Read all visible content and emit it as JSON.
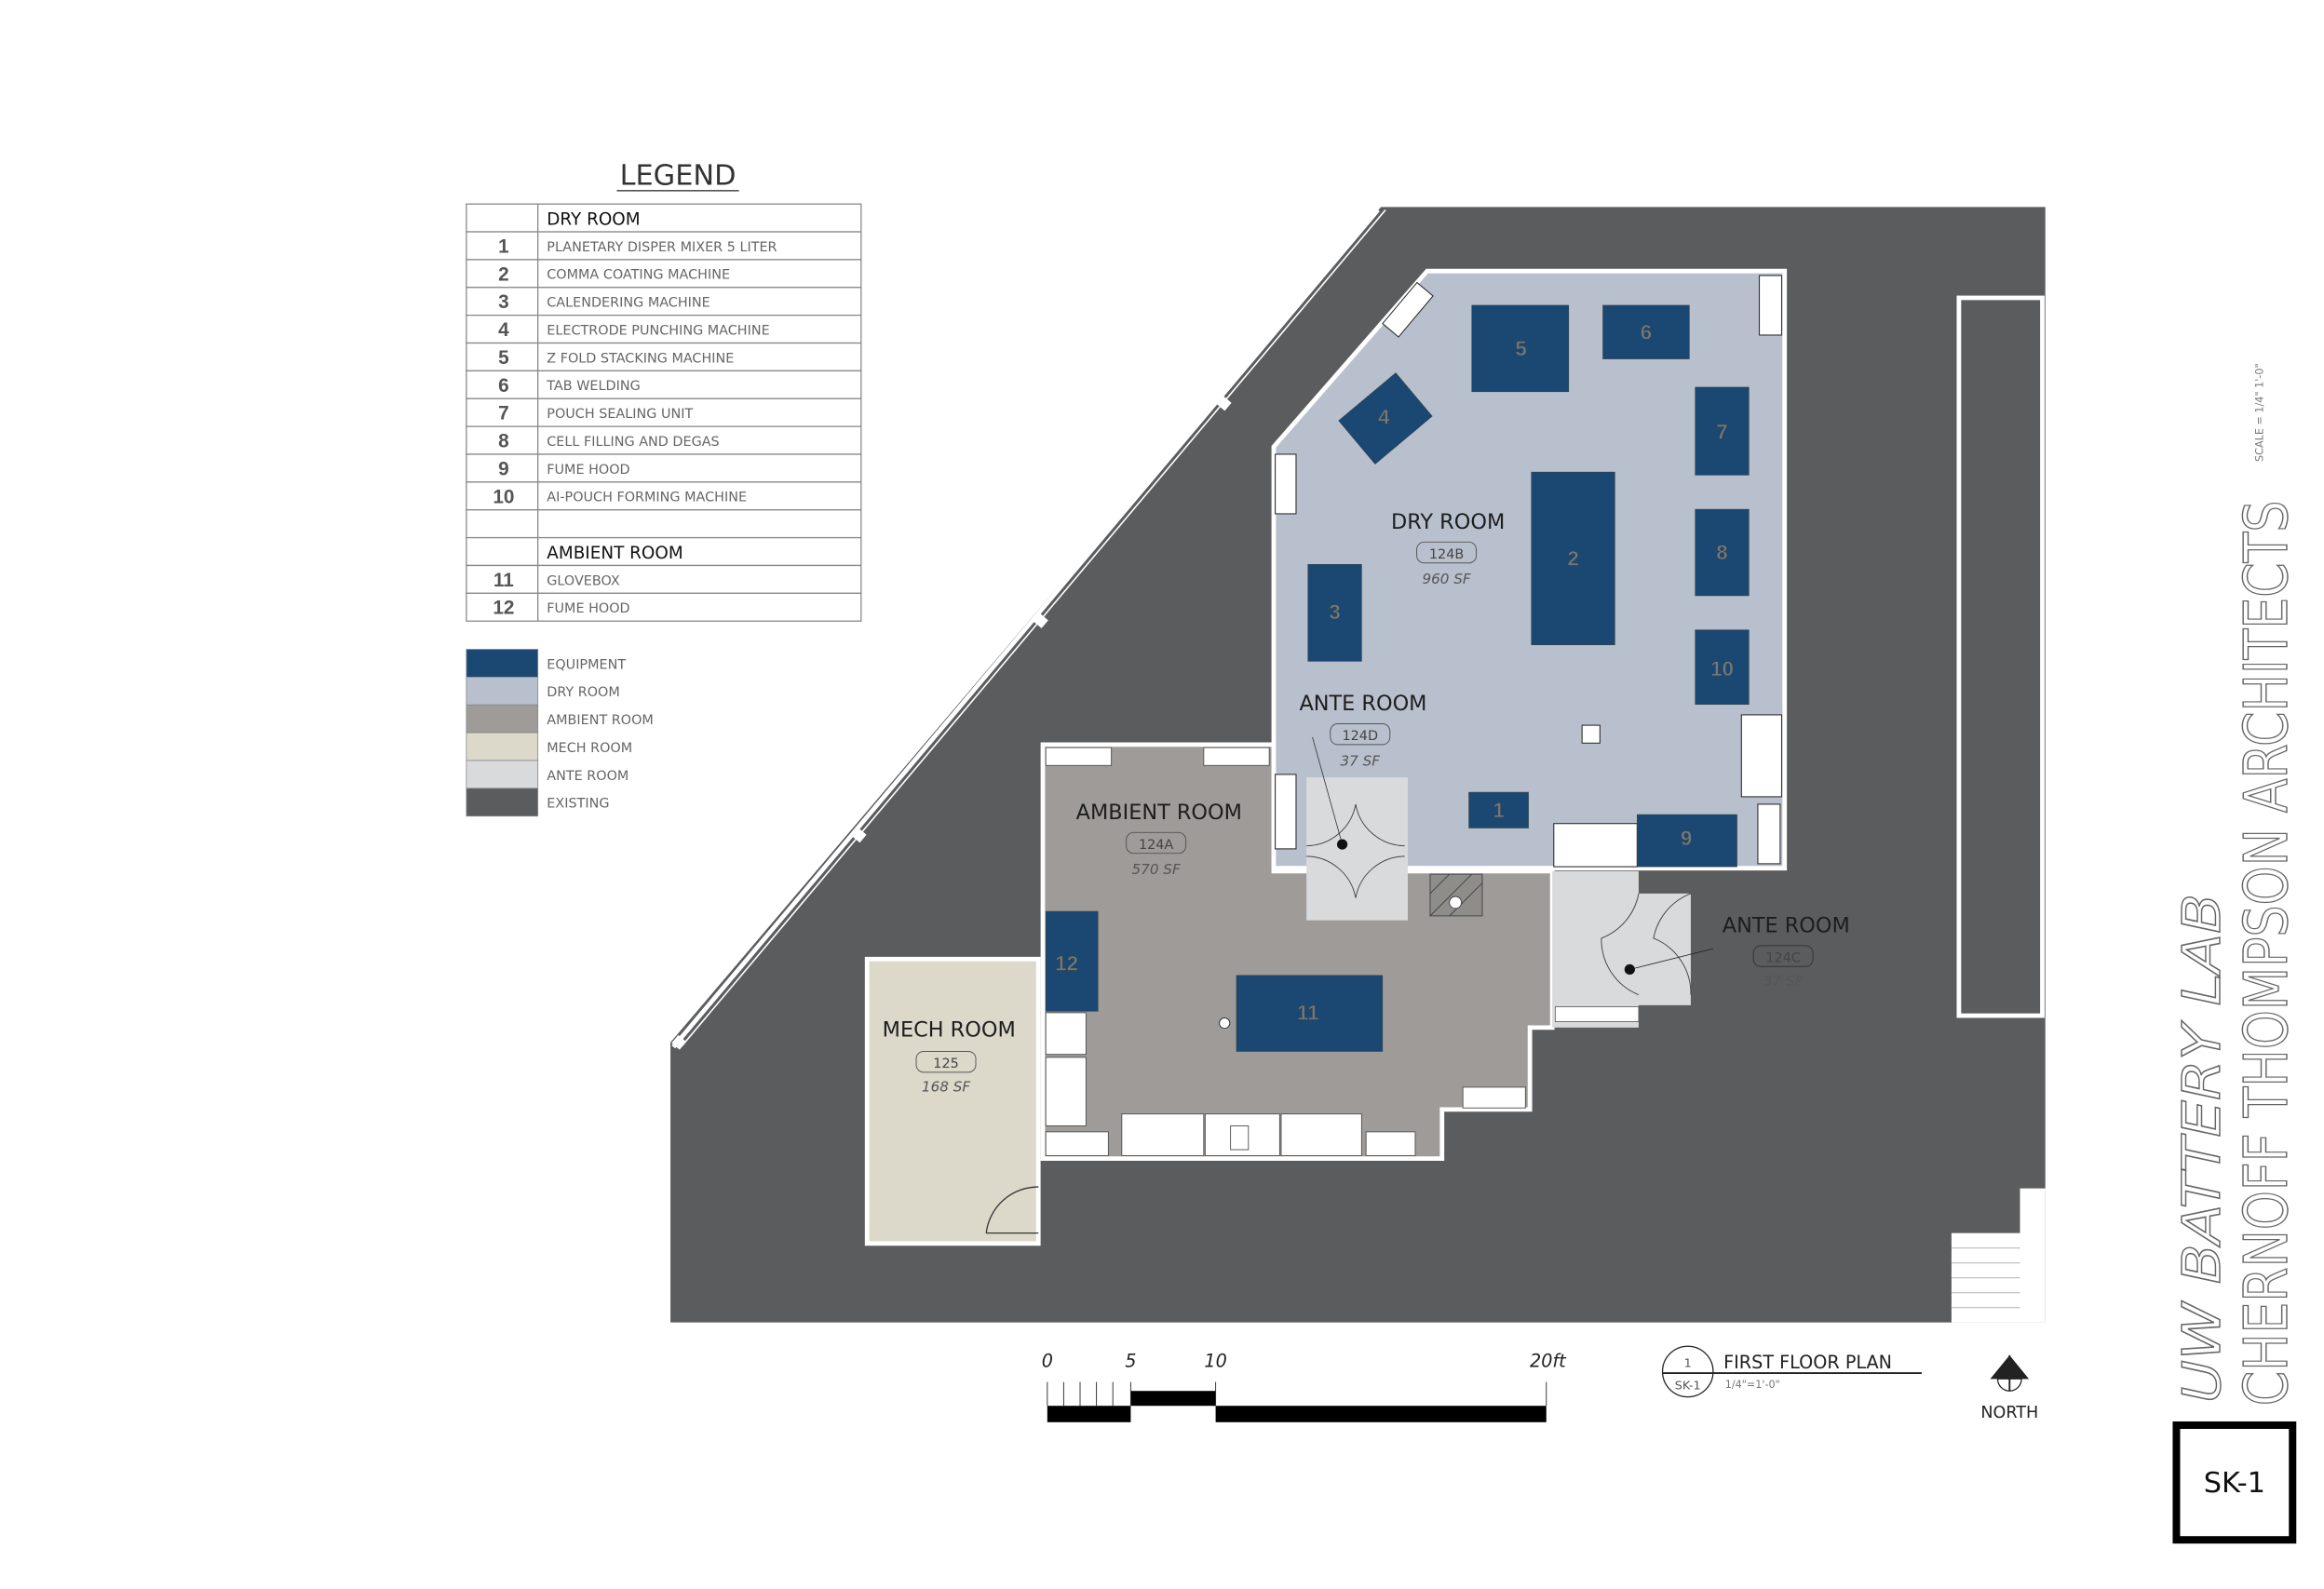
{
  "legend": {
    "title": "LEGEND",
    "groups": [
      {
        "heading": "DRY ROOM",
        "items": [
          {
            "num": "1",
            "label": "PLANETARY DISPER MIXER 5 LITER"
          },
          {
            "num": "2",
            "label": "COMMA COATING MACHINE"
          },
          {
            "num": "3",
            "label": "CALENDERING MACHINE"
          },
          {
            "num": "4",
            "label": "ELECTRODE PUNCHING MACHINE"
          },
          {
            "num": "5",
            "label": "Z FOLD STACKING MACHINE"
          },
          {
            "num": "6",
            "label": "TAB WELDING"
          },
          {
            "num": "7",
            "label": "POUCH SEALING UNIT"
          },
          {
            "num": "8",
            "label": "CELL FILLING AND DEGAS"
          },
          {
            "num": "9",
            "label": "FUME HOOD"
          },
          {
            "num": "10",
            "label": "AI-POUCH FORMING MACHINE"
          }
        ]
      },
      {
        "heading": "AMBIENT ROOM",
        "items": [
          {
            "num": "11",
            "label": "GLOVEBOX"
          },
          {
            "num": "12",
            "label": "FUME HOOD"
          }
        ]
      }
    ],
    "colors": [
      {
        "label": "EQUIPMENT",
        "color": "#1b4773"
      },
      {
        "label": "DRY ROOM",
        "color": "#b9c0cd"
      },
      {
        "label": "AMBIENT ROOM",
        "color": "#9e9b98"
      },
      {
        "label": "MECH ROOM",
        "color": "#dcd9cb"
      },
      {
        "label": "ANTE ROOM",
        "color": "#d9dadb"
      },
      {
        "label": "EXISTING",
        "color": "#5b5c5e"
      }
    ]
  },
  "rooms": {
    "dry": {
      "name": "DRY ROOM",
      "tag": "124B",
      "area": "960 SF"
    },
    "ante_d": {
      "name": "ANTE ROOM",
      "tag": "124D",
      "area": "37 SF"
    },
    "ambient": {
      "name": "AMBIENT ROOM",
      "tag": "124A",
      "area": "570 SF"
    },
    "ante_c": {
      "name": "ANTE ROOM",
      "tag": "124C",
      "area": "37 SF"
    },
    "mech": {
      "name": "MECH ROOM",
      "tag": "125",
      "area": "168 SF"
    }
  },
  "equipment_labels": [
    "1",
    "2",
    "3",
    "4",
    "5",
    "6",
    "7",
    "8",
    "9",
    "10",
    "11",
    "12"
  ],
  "scale_bar": {
    "labels": [
      "0",
      "5",
      "10",
      "20ft"
    ]
  },
  "drawing_title": {
    "number": "1",
    "sheet": "SK-1",
    "title": "FIRST FLOOR PLAN",
    "scale": "1/4\"=1'-0\""
  },
  "north_label": "NORTH",
  "title_block": {
    "project": "UW BATTERY LAB",
    "firm": "CHERNOFF THOMPSON ARCHITECTS",
    "scale": "SCALE = 1/4\" 1'-0\"",
    "sheet": "SK-1"
  }
}
